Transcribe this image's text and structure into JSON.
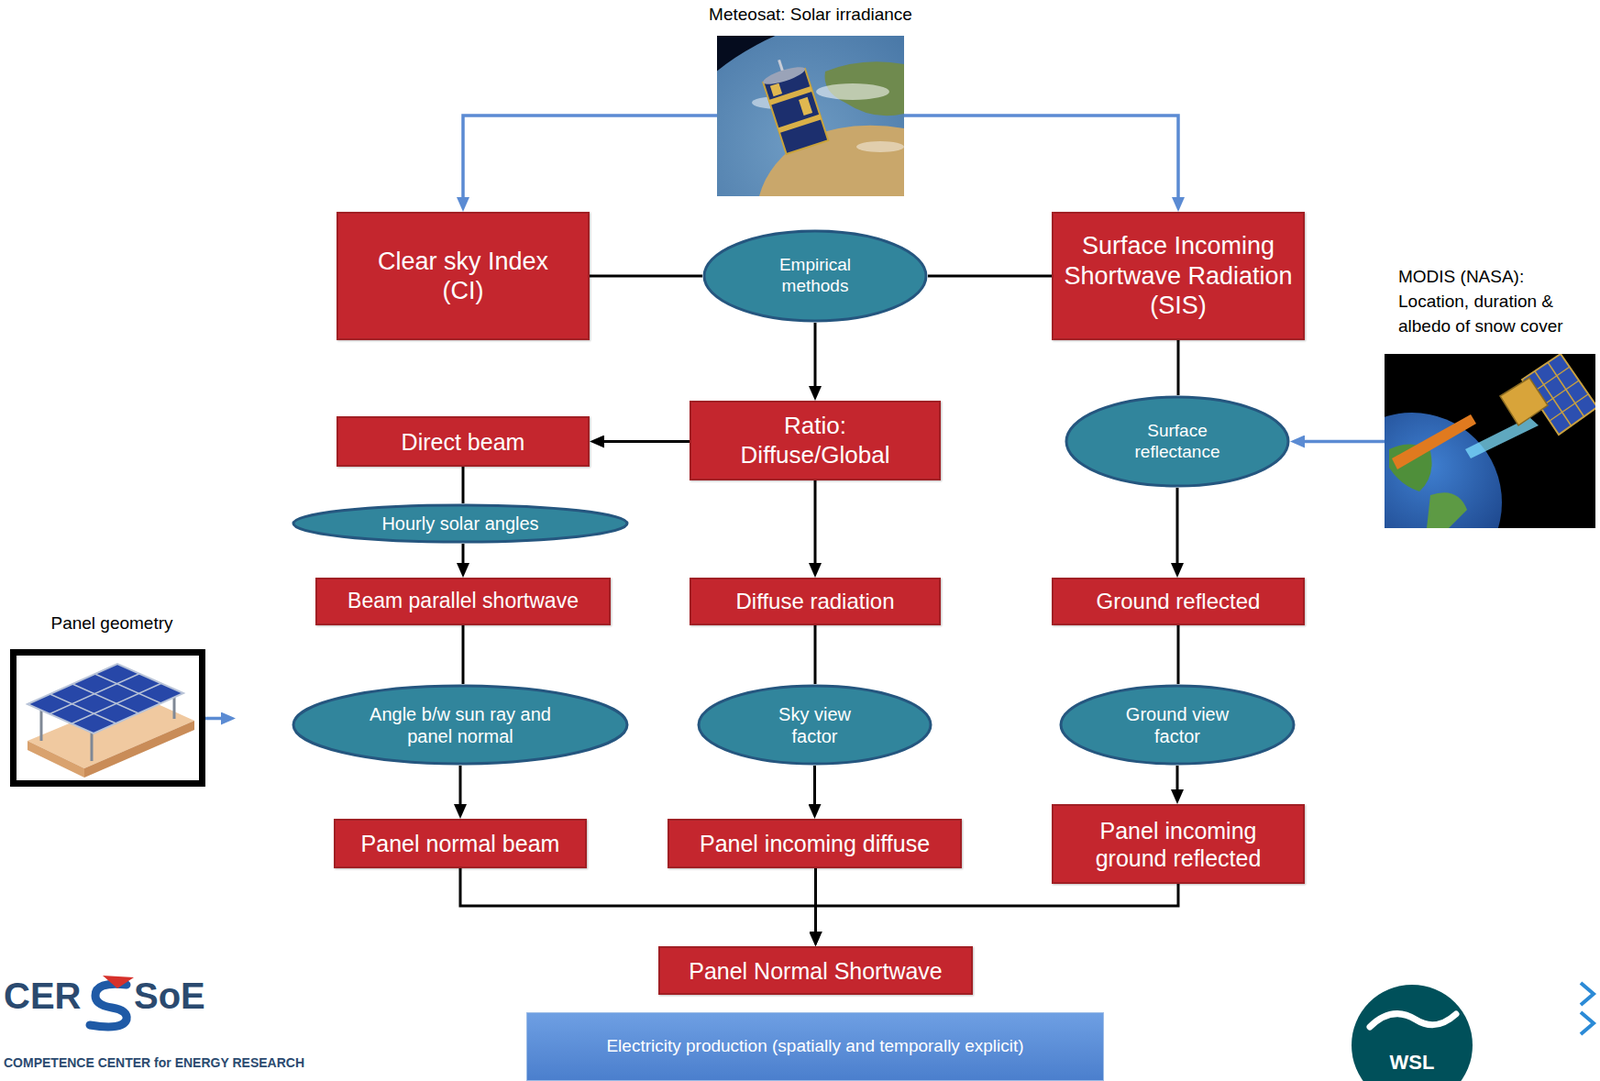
{
  "diagram": {
    "nodes": [
      {
        "text": [
          "Meteosat: Solar irradiance"
        ]
      },
      {
        "text": [
          "Clear sky Index (CI)"
        ]
      },
      {
        "text": [
          "Empirical methods"
        ]
      },
      {
        "text": [
          "Surface Incoming Shortwave Radiation (SIS)"
        ]
      },
      {
        "text": [
          "MODIS (NASA): Location, duration & albedo of snow cover"
        ]
      },
      {
        "text": [
          "Direct beam"
        ]
      },
      {
        "text": [
          "Ratio: Diffuse/Global"
        ]
      },
      {
        "text": [
          "Surface reflectance"
        ]
      },
      {
        "text": [
          "Hourly solar angles"
        ]
      },
      {
        "text": [
          "Panel geometry"
        ]
      },
      {
        "text": [
          "Beam parallel shortwave"
        ]
      },
      {
        "text": [
          "Diffuse radiation"
        ]
      },
      {
        "text": [
          "Ground reflected"
        ]
      },
      {
        "text": []
      },
      {
        "text": [
          "Angle b/w sun ray and panel normal"
        ],
        "in": 13
      },
      {
        "text": [
          "Sky view factor"
        ],
        "in": 13
      },
      {
        "text": [
          "Ground view factor"
        ],
        "in": 13
      },
      {
        "text": [
          "Panel normal beam"
        ]
      },
      {
        "text": [
          "Panel incoming diffuse"
        ]
      },
      {
        "text": [
          "Panel incoming ground reflected"
        ]
      },
      {
        "text": [
          "Panel Normal Shortwave"
        ]
      },
      {
        "text": [
          "Electricity production (spatially and temporally explicit)"
        ]
      }
    ],
    "edges": [
      {
        "from": 0,
        "to": 1,
        "arrow": "to"
      },
      {
        "from": 0,
        "to": 3,
        "arrow": "to"
      },
      {
        "from": 1,
        "to": 2,
        "arrow": "none"
      },
      {
        "from": 2,
        "to": 3,
        "arrow": "none"
      },
      {
        "from": 2,
        "to": 6,
        "arrow": "to"
      },
      {
        "from": 6,
        "to": 5,
        "arrow": "to"
      },
      {
        "from": 5,
        "to": 8,
        "arrow": "none"
      },
      {
        "from": 8,
        "to": 10,
        "arrow": "to"
      },
      {
        "from": 6,
        "to": 11,
        "arrow": "to"
      },
      {
        "from": 3,
        "to": 7,
        "arrow": "none"
      },
      {
        "from": 4,
        "to": 7,
        "arrow": "to"
      },
      {
        "from": 7,
        "to": 12,
        "arrow": "to"
      },
      {
        "from": 10,
        "to": 14,
        "arrow": "none"
      },
      {
        "from": 11,
        "to": 15,
        "arrow": "none"
      },
      {
        "from": 12,
        "to": 16,
        "arrow": "none"
      },
      {
        "from": 9,
        "to": 13,
        "arrow": "to"
      },
      {
        "from": 14,
        "to": 17,
        "arrow": "to"
      },
      {
        "from": 15,
        "to": 18,
        "arrow": "to"
      },
      {
        "from": 16,
        "to": 19,
        "arrow": "to"
      },
      {
        "from": 17,
        "to": 20,
        "arrow": "to"
      },
      {
        "from": 18,
        "to": 20,
        "arrow": "to"
      },
      {
        "from": 19,
        "to": 20,
        "arrow": "to"
      }
    ],
    "labels": [
      "CER",
      "SoE",
      "COMPETENCE CENTER for ENERGY RESEARCH",
      "WSL"
    ]
  }
}
